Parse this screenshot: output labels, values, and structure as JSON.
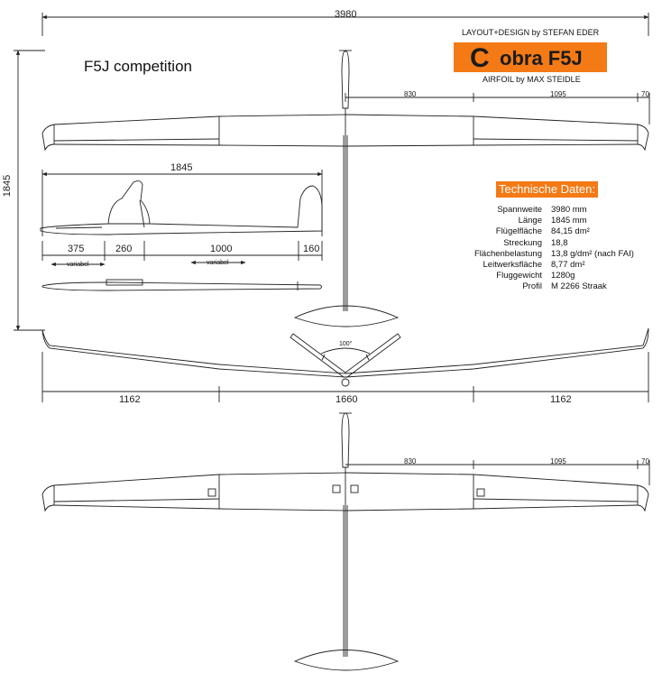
{
  "header": {
    "title": "F5J competition",
    "credit_top": "LAYOUT+DESIGN by STEFAN EDER",
    "logo_letter": "C",
    "logo_rest": "obra F5J",
    "credit_bottom": "AIRFOIL by MAX STEIDLE"
  },
  "dimensions": {
    "span_total": "3980",
    "length_total": "1845",
    "fuselage_length": "1845",
    "wing_panel_inner": "830",
    "wing_panel_outer": "1095",
    "wing_tip": "70",
    "fuse_seg_1": "375",
    "fuse_seg_2": "260",
    "fuse_seg_3": "1000",
    "fuse_seg_4": "160",
    "variable_left": "variabel",
    "variable_right": "variabel",
    "dihedral_outer_left": "1162",
    "dihedral_center": "1660",
    "dihedral_outer_right": "1162",
    "tail_angle": "100°",
    "bottom_panel_inner": "830",
    "bottom_panel_outer": "1095",
    "bottom_tip": "70"
  },
  "specs": {
    "heading": "Technische Daten:",
    "rows": [
      {
        "label": "Spannweite",
        "value": "3980 mm"
      },
      {
        "label": "Länge",
        "value": "1845 mm"
      },
      {
        "label": "Flügelfläche",
        "value": "84,15 dm²"
      },
      {
        "label": "Streckung",
        "value": "18,8"
      },
      {
        "label": "Flächenbelastung",
        "value": "13,8 g/dm² (nach FAI)"
      },
      {
        "label": "Leitwerksfläche",
        "value": "8,77 dm²"
      },
      {
        "label": "Fluggewicht",
        "value": "1280g"
      },
      {
        "label": "Profil",
        "value": "M 2266 Straak"
      }
    ]
  },
  "colors": {
    "accent": "#f47a16",
    "line": "#222222"
  }
}
